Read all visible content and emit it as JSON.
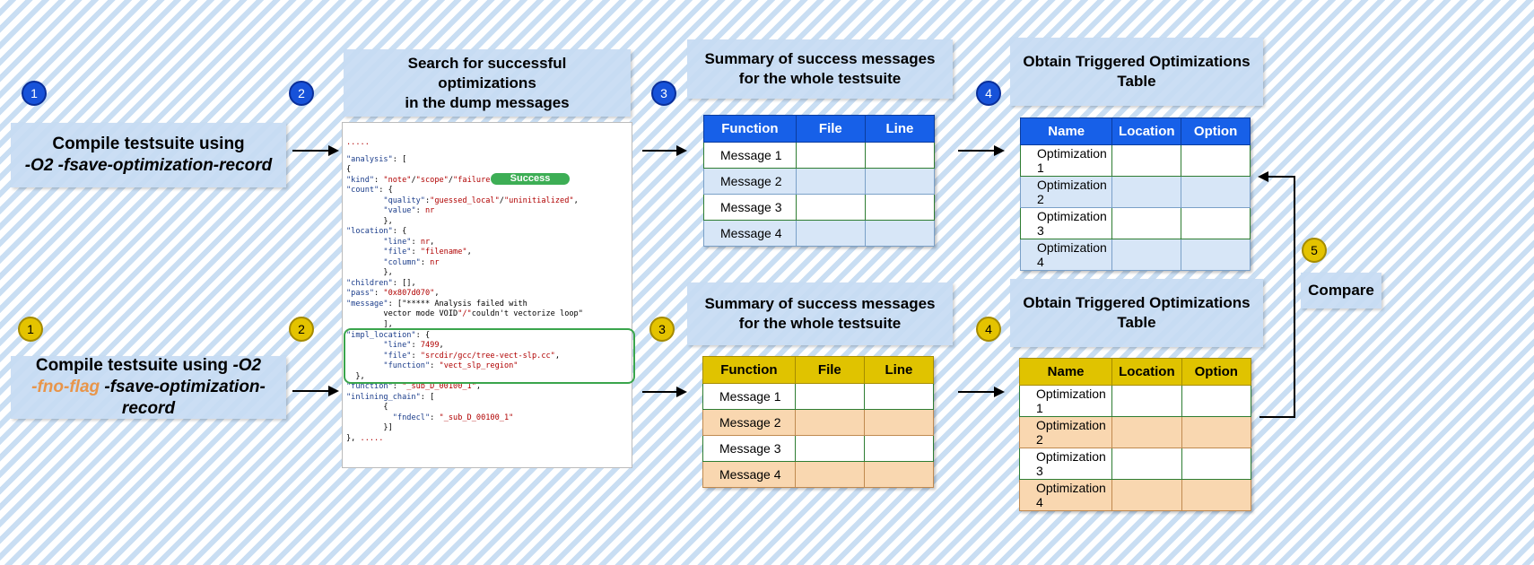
{
  "steps": {
    "blue": [
      "1",
      "2",
      "3",
      "4"
    ],
    "yellow": [
      "1",
      "2",
      "3",
      "4"
    ],
    "compare_num": "5"
  },
  "compile_top": {
    "line1": "Compile testsuite using",
    "line2": "-O2 -fsave-optimization-record"
  },
  "compile_bottom": {
    "line1_a": "Compile testsuite using ",
    "line1_b": "-O2",
    "line2_a": "-fno-flag",
    "line2_b": " -fsave-optimization-record"
  },
  "search": {
    "line1": "Search for successful",
    "line2": "optimizations",
    "line3": "in the dump messages"
  },
  "summary_top": {
    "line1": "Summary of success messages",
    "line2": "for the whole testsuite"
  },
  "summary_bottom": {
    "line1": "Summary of success messages",
    "line2": "for the whole testsuite"
  },
  "obtain_top": {
    "line1": "Obtain Triggered Optimizations",
    "line2": "Table"
  },
  "obtain_bottom": {
    "line1": "Obtain Triggered Optimizations",
    "line2": "Table"
  },
  "compare_label": "Compare",
  "success_pill": "Success",
  "messages_table": {
    "headers": [
      "Function",
      "File",
      "Line"
    ],
    "rows": [
      "Message 1",
      "Message 2",
      "Message 3",
      "Message 4"
    ]
  },
  "opt_table": {
    "headers": [
      "Name",
      "Location",
      "Option"
    ],
    "rows": [
      "Optimization 1",
      "Optimization 2",
      "Optimization 3",
      "Optimization 4"
    ]
  },
  "code_lines": [
    ".....",
    "\"analysis\": [",
    "{",
    "\"kind\": \"note\"/\"scope\"/\"failure\"/",
    "\"count\": {",
    "        \"quality\":\"guessed_local\"/\"uninitialized\",",
    "        \"value\": nr",
    "        },",
    "\"location\": {",
    "        \"line\": nr,",
    "        \"file\": \"filename\",",
    "        \"column\": nr",
    "        },",
    "\"children\": [],",
    "\"pass\": \"0x807d070\",",
    "\"message\": [\"***** Analysis failed with",
    "        vector mode VOID\"/\"couldn't vectorize loop\"",
    "        ],",
    "\"impl_location\": {",
    "        \"line\": 7499,",
    "        \"file\": \"srcdir/gcc/tree-vect-slp.cc\",",
    "        \"function\": \"vect_slp_region\"",
    "  },",
    "\"function\": \"_sub_D_00100_1\",",
    "\"inlining_chain\": [",
    "        {",
    "          \"fndecl\": \"_sub_D_00100_1\"",
    "        }]",
    "}, ....."
  ],
  "colors": {
    "blue_header": "#1760e8",
    "yellow_header": "#e0c300",
    "orange_text": "#e8954a",
    "green": "#3aa54c"
  }
}
